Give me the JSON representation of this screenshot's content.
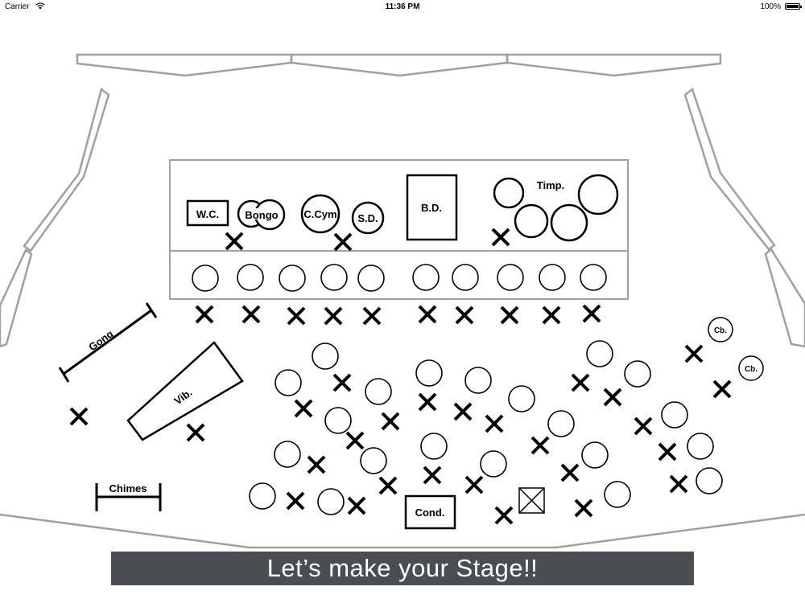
{
  "status_bar": {
    "carrier": "Carrier",
    "time": "11:36 PM",
    "battery": "100%"
  },
  "instruments": {
    "wind_chimes": "W.C.",
    "bongo": "Bongo",
    "crash_cymbal": "C.Cym",
    "snare_drum": "S.D.",
    "bass_drum": "B.D.",
    "timpani": "Timp.",
    "gong": "Gong",
    "vibraphone": "Vib.",
    "chimes": "Chimes",
    "contrabass_1": "Cb.",
    "contrabass_2": "Cb."
  },
  "conductor": "Cond.",
  "banner": "Let’s make your Stage!!",
  "colors": {
    "outline": "#a0a0a0",
    "marker": "#000000",
    "banner_bg": "#4a4d52",
    "banner_text": "#ffffff"
  },
  "icons": {
    "seat": "circle",
    "player_position": "x-mark",
    "conductor_podium": "boxed-x"
  }
}
